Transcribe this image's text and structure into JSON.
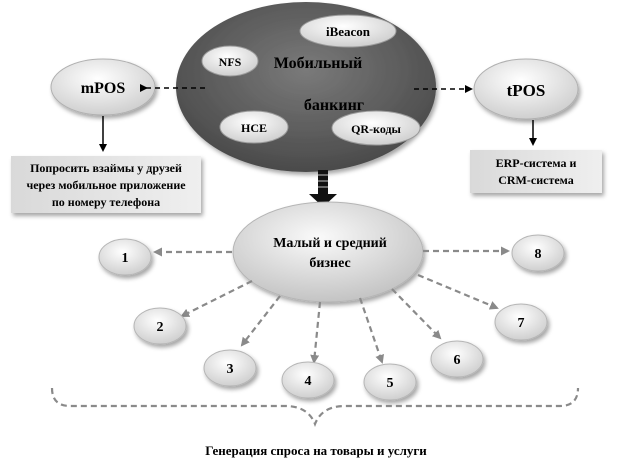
{
  "center": {
    "line1": "Мобильный",
    "line2": "банкинг",
    "tech": [
      "iBeacon",
      "NFS",
      "HCE",
      "QR-коды"
    ]
  },
  "left_node": {
    "label": "mPOS",
    "note_lines": [
      "Попросить взаймы у друзей",
      "через мобильное приложение",
      "по номеру телефона"
    ]
  },
  "right_node": {
    "label": "tPOS",
    "note_lines": [
      "ERP-система и",
      "CRM-система"
    ]
  },
  "business": {
    "line1": "Малый и средний",
    "line2": "бизнес"
  },
  "numbers": [
    "1",
    "2",
    "3",
    "4",
    "5",
    "6",
    "7",
    "8"
  ],
  "footer": "Генерация спроса на товары и услуги",
  "colors": {
    "dark_ellipse": "#5c5c5c",
    "light_ellipse": "#e6e6e6",
    "arrow": "#7f7f7f",
    "text": "#000000"
  }
}
